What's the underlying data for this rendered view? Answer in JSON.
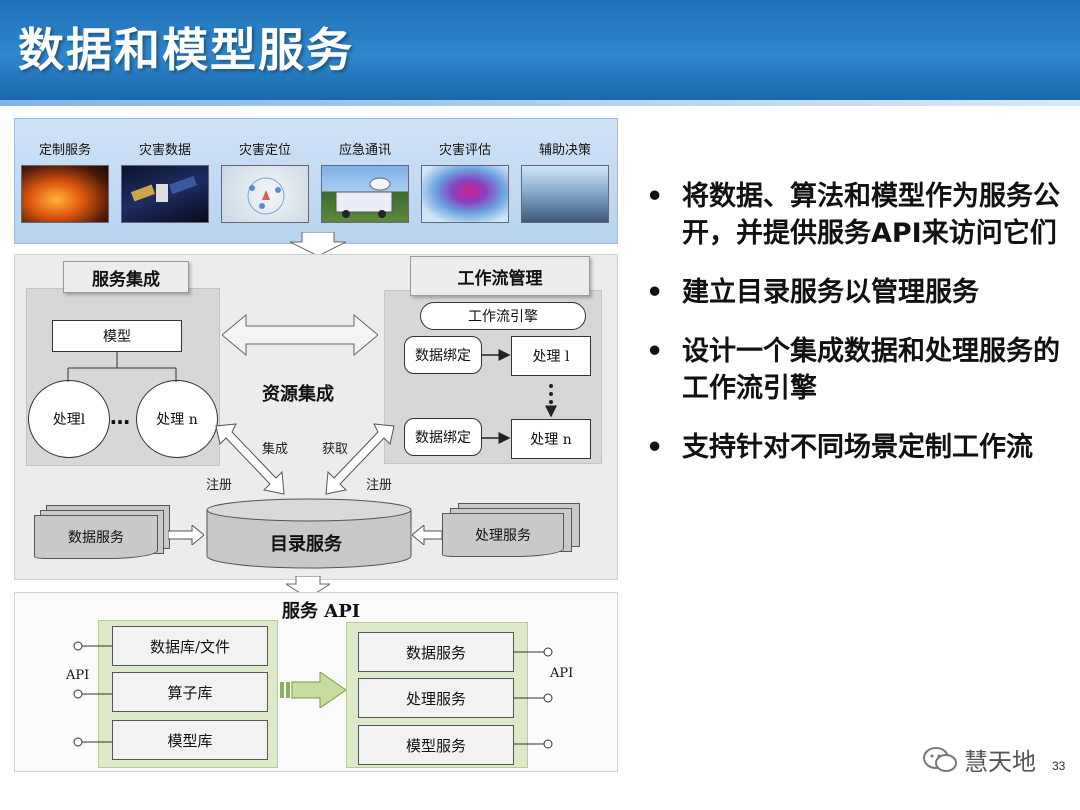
{
  "slide": {
    "title": "数据和模型服务",
    "page_number": "33",
    "watermark": "慧天地"
  },
  "services": [
    {
      "label": "定制服务",
      "icon": "fire-photo"
    },
    {
      "label": "灾害数据",
      "icon": "satellite-photo"
    },
    {
      "label": "灾害定位",
      "icon": "map-photo"
    },
    {
      "label": "应急通讯",
      "icon": "truck-photo"
    },
    {
      "label": "灾害评估",
      "icon": "heatmap-photo"
    },
    {
      "label": "辅助决策",
      "icon": "control-room-photo"
    }
  ],
  "diagram": {
    "service_integration": {
      "title": "服务集成",
      "model": "模型",
      "process_1": "处理l",
      "process_n": "处理 n",
      "ellipsis": "…"
    },
    "workflow": {
      "title": "工作流管理",
      "engine": "工作流引擎",
      "data_binding_1": "数据绑定",
      "data_binding_2": "数据绑定",
      "process_1": "处理 l",
      "process_n": "处理 n"
    },
    "resource_integration": "资源集成",
    "integrate": "集成",
    "acquire": "获取",
    "register_left": "注册",
    "register_right": "注册",
    "catalog": "目录服务",
    "data_services": "数据服务",
    "processing_services": "处理服务"
  },
  "api_section": {
    "title": "服务 API",
    "left_items": [
      "数据库/文件",
      "算子库",
      "模型库"
    ],
    "right_items": [
      "数据服务",
      "处理服务",
      "模型服务"
    ],
    "api_label_left": "API",
    "api_label_right": "API"
  },
  "bullets": [
    "将数据、算法和模型作为服务公开，并提供服务API来访问它们",
    "建立目录服务以管理服务",
    "设计一个集成数据和处理服务的工作流引擎",
    "支持针对不同场景定制工作流"
  ],
  "colors": {
    "header_blue": "#2f86cc",
    "panel_gray": "#ececec",
    "api_green": "#dde9c8"
  }
}
